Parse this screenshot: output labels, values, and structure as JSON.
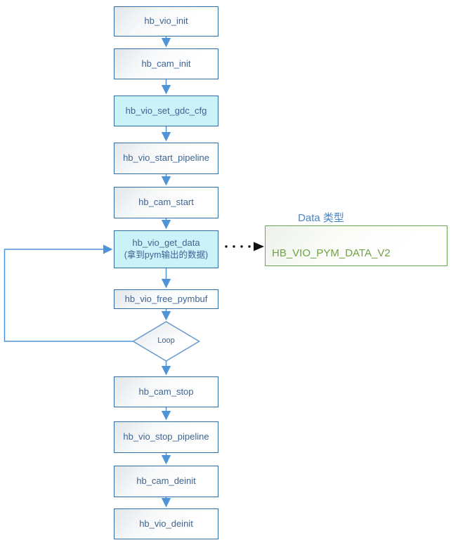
{
  "flow": {
    "steps": [
      {
        "label": "hb_vio_init"
      },
      {
        "label": "hb_cam_init"
      },
      {
        "label": "hb_vio_set_gdc_cfg"
      },
      {
        "label": "hb_vio_start_pipeline"
      },
      {
        "label": "hb_cam_start"
      },
      {
        "label": "hb_vio_get_data",
        "sublabel": "(拿到pym输出的数据)"
      },
      {
        "label": "hb_vio_free_pymbuf"
      },
      {
        "label": "hb_cam_stop"
      },
      {
        "label": "hb_vio_stop_pipeline"
      },
      {
        "label": "hb_cam_deinit"
      },
      {
        "label": "hb_vio_deinit"
      }
    ],
    "decision": {
      "label": "Loop"
    },
    "annotation": {
      "title": "Data 类型",
      "value": "HB_VIO_PYM_DATA_V2"
    }
  },
  "colors": {
    "box_border": "#2e6da4",
    "box_text": "#3f6491",
    "highlight_fill": "#cbf2f9",
    "connector": "#4f94d9",
    "diamond_border": "#6699cc",
    "annotation_border": "#6aa84f",
    "annotation_text": "#70a144",
    "annotation_title": "#4485ca",
    "dotted_arrow": "#111111"
  }
}
